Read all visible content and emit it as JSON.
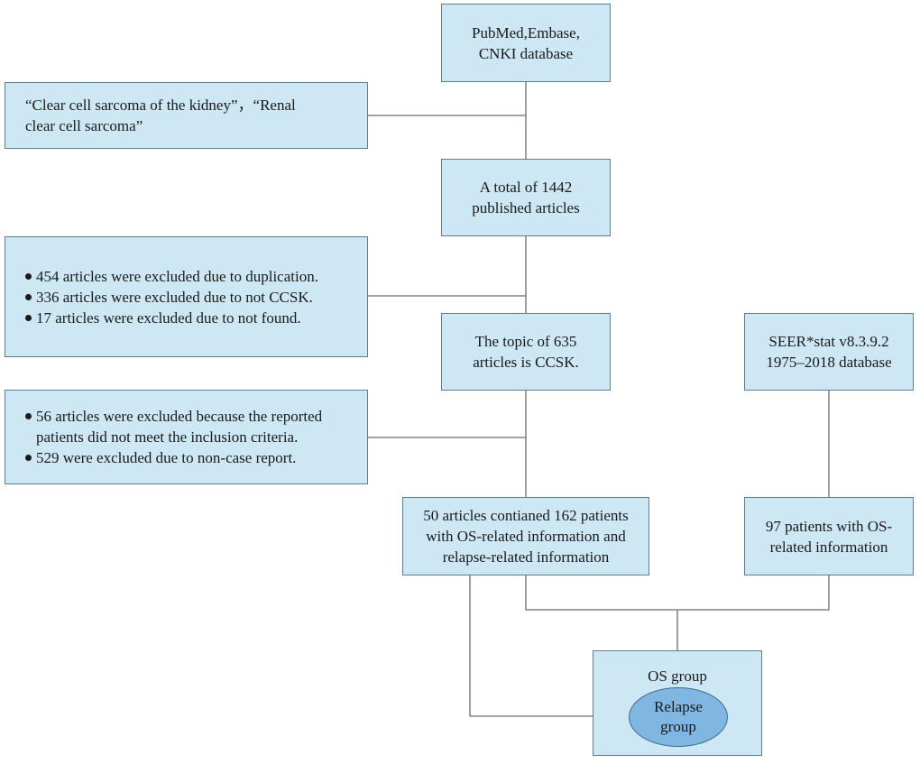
{
  "databases_box": {
    "lines": [
      "PubMed,Embase,",
      "CNKI database"
    ]
  },
  "search_terms_box": {
    "lines": [
      "“Clear cell sarcoma of the kidney”，“Renal",
      "clear cell sarcoma”"
    ]
  },
  "total_articles_box": {
    "lines": [
      "A total of 1442",
      "published articles"
    ]
  },
  "exclusion_box_1": {
    "items": [
      "454 articles were excluded due to duplication.",
      "336 articles were excluded due to not CCSK.",
      "17 articles were excluded due to not found."
    ]
  },
  "topic_box": {
    "lines": [
      "The topic of 635",
      "articles is CCSK."
    ]
  },
  "seer_box": {
    "lines": [
      "SEER*stat v8.3.9.2",
      "1975–2018 database"
    ]
  },
  "exclusion_box_2": {
    "items": [
      "56 articles were excluded because the reported patients did not meet the inclusion criteria.",
      "529 were excluded due to non-case report."
    ]
  },
  "literature_patients_box": {
    "lines": [
      "50 articles contianed 162 patients",
      "with OS-related information and",
      "relapse-related information"
    ]
  },
  "seer_patients_box": {
    "lines": [
      "97 patients with OS-",
      "related information"
    ]
  },
  "os_group_box": {
    "title": "OS group"
  },
  "relapse_group": {
    "lines": [
      "Relapse",
      "group"
    ]
  },
  "colors": {
    "box_fill": "#cde8f4",
    "box_border": "#5e7e98",
    "ellipse_fill": "#7fb6e2",
    "connector": "#6b6b6b"
  }
}
